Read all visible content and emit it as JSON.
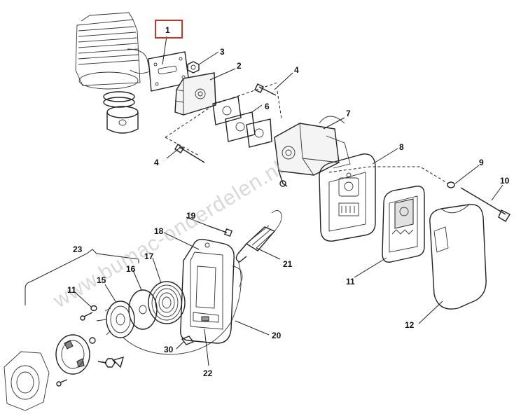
{
  "diagram": {
    "highlight_color": "#c0392b",
    "watermark": "www.bumac-onderdelen.nl",
    "part_labels": {
      "p1": "1",
      "p2": "2",
      "p3": "3",
      "p4a": "4",
      "p4b": "4",
      "p6": "6",
      "p7": "7",
      "p8": "8",
      "p9": "9",
      "p10": "10",
      "p11a": "11",
      "p11b": "11",
      "p12": "12",
      "p15": "15",
      "p16": "16",
      "p17": "17",
      "p18": "18",
      "p19": "19",
      "p20": "20",
      "p21": "21",
      "p22": "22",
      "p23": "23",
      "p30": "30"
    }
  }
}
